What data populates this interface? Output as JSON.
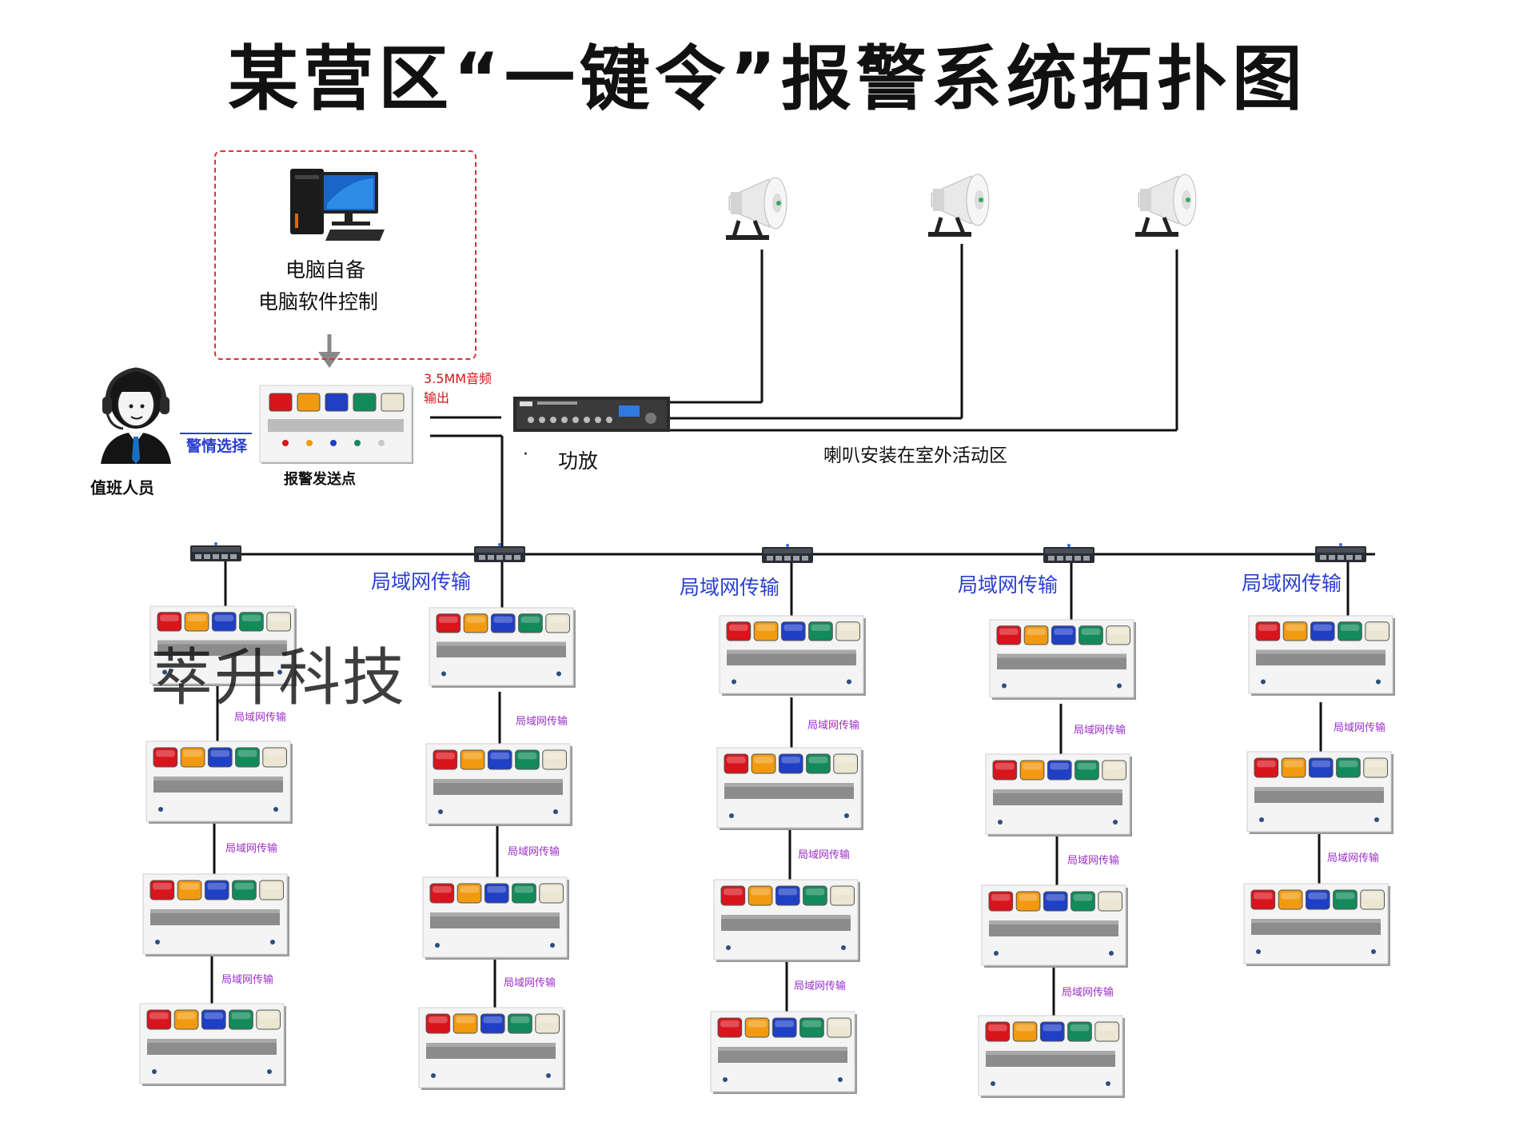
{
  "title": "某营区“一键令”报警系统拓扑图",
  "pc_box": {
    "line1": "电脑自备",
    "line2": "电脑软件控制"
  },
  "operator": {
    "label": "值班人员",
    "link_label": "警情选择"
  },
  "send_point": {
    "label": "报警发送点",
    "audio_label_1": "3.5MM音频",
    "audio_label_2": "输出"
  },
  "amplifier": {
    "label": "功放"
  },
  "speakers": {
    "label": "喇叭安装在室外活动区"
  },
  "watermark": "萃升科技",
  "lan": {
    "big_label": "局域网传输",
    "small_label_1": "局域网传输",
    "small_label_2": "局域网传输",
    "small_label_3": "局域网传输",
    "small_label_4": "局域网传输",
    "small_label_5": "局域网传输",
    "small_label_6": "局域网传输",
    "small_label_7": "局域网传输",
    "small_label_8": "局域网传输",
    "small_label_9": "局域网传输",
    "small_label_10": "局域网传输",
    "small_label_11": "局域网传输",
    "small_label_12": "局域网传输",
    "small_label_13": "局域网传输",
    "small_label_14": "局域网传输"
  },
  "colors": {
    "red_button": "#d8141c",
    "orange_button": "#f29a0f",
    "blue_button": "#1f3fc4",
    "green_button": "#138a5a",
    "white_button": "#ebe6d2",
    "panel": "#f4f4f4",
    "label_purple": "#9b2fc9",
    "label_blue": "#2a3fd0",
    "dashed_border": "#e23131"
  }
}
